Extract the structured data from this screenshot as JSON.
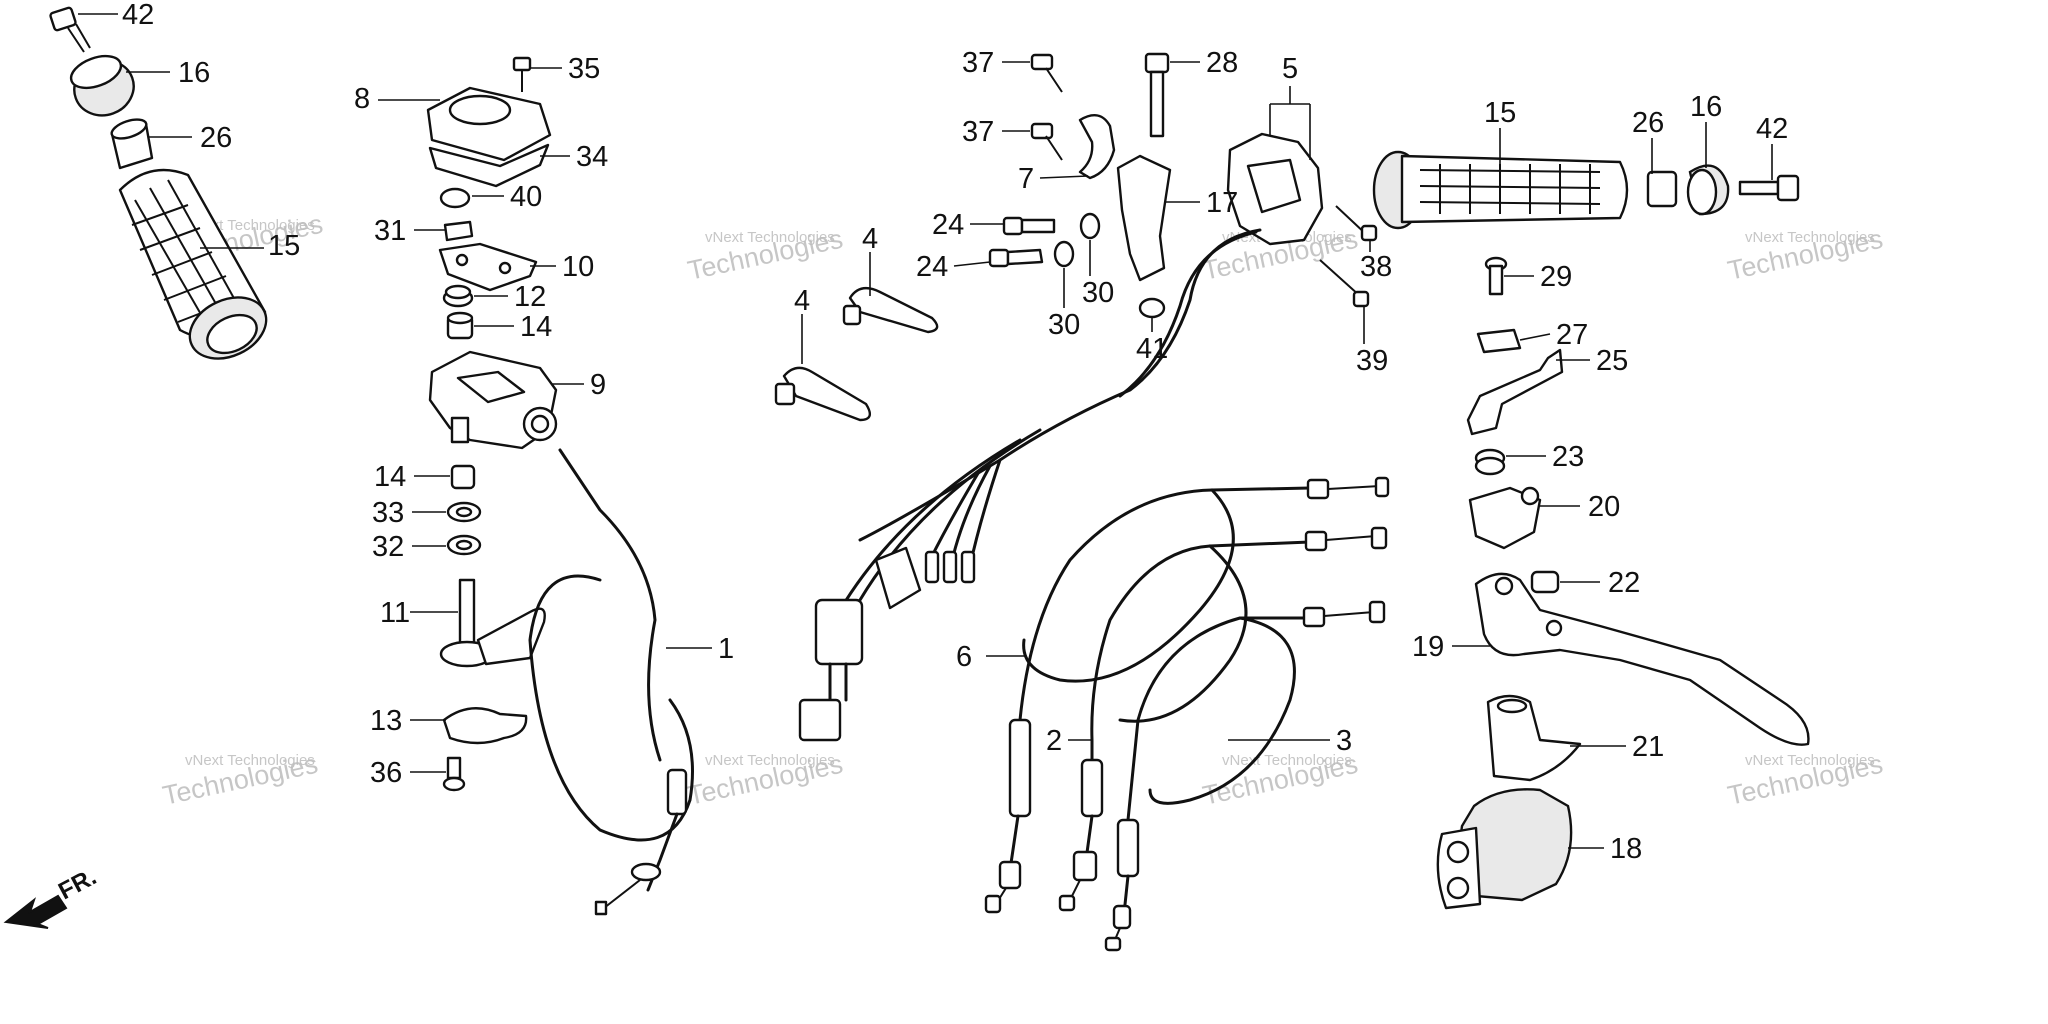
{
  "callouts": {
    "c42a": "42",
    "c16a": "16",
    "c26a": "26",
    "c15a": "15",
    "c35": "35",
    "c8": "8",
    "c34": "34",
    "c40": "40",
    "c31": "31",
    "c10": "10",
    "c12": "12",
    "c14a": "14",
    "c9": "9",
    "c14b": "14",
    "c33": "33",
    "c32": "32",
    "c11": "11",
    "c13": "13",
    "c36": "36",
    "c1": "1",
    "c4a": "4",
    "c4b": "4",
    "c37a": "37",
    "c37b": "37",
    "c7": "7",
    "c24a": "24",
    "c24b": "24",
    "c30a": "30",
    "c30b": "30",
    "c28": "28",
    "c17": "17",
    "c41": "41",
    "c5": "5",
    "c38": "38",
    "c39": "39",
    "c15b": "15",
    "c26b": "26",
    "c16b": "16",
    "c42b": "42",
    "c29": "29",
    "c27": "27",
    "c25": "25",
    "c23": "23",
    "c20": "20",
    "c22": "22",
    "c19": "19",
    "c21": "21",
    "c18": "18",
    "c6": "6",
    "c2": "2",
    "c3": "3"
  },
  "direction_label": "FR.",
  "watermark": {
    "line1": "vNext Technologies",
    "line2": "Technologies"
  }
}
